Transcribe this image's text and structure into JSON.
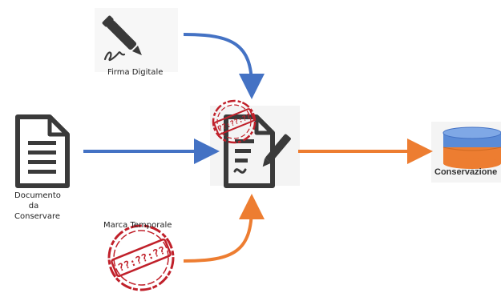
{
  "nodes": {
    "firma_digitale": {
      "label": "Firma Digitale",
      "icon": "signing-pen-icon"
    },
    "documento": {
      "label_lines": [
        "Documento",
        "da",
        "Conservare"
      ],
      "icon": "document-icon"
    },
    "marca_temporale": {
      "label": "Marca Temporale",
      "icon": "time-stamp-icon",
      "stamp_text": "??:??:??"
    },
    "documento_firmato": {
      "icon": "signed-document-icon",
      "stamp_text": "??:??:??"
    },
    "conservazione": {
      "label": "Conservazione",
      "icon": "database-icon"
    }
  },
  "colors": {
    "blue_arrow": "#4472c4",
    "orange_arrow": "#ed7d31",
    "stamp_red": "#c0202a",
    "icon_dark": "#3a3a3a",
    "db_blue": "#5b8bd6",
    "db_orange": "#ed7d31"
  }
}
